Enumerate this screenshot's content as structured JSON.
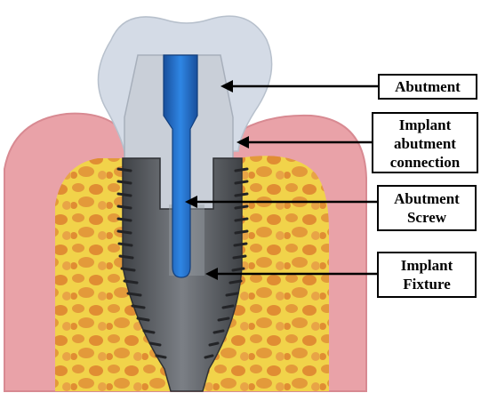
{
  "labels": {
    "abutment": "Abutment",
    "connection": [
      "Implant",
      "abutment",
      "connection"
    ],
    "screw": [
      "Abutment",
      "Screw"
    ],
    "fixture": [
      "Implant",
      "Fixture"
    ]
  },
  "colors": {
    "crown": "#d4dbe6",
    "abutment": "#c9cfd8",
    "screw": "#1f6fd0",
    "implant": "#5a5d62",
    "gum": "#e9a2a8",
    "bone": "#f1d34a",
    "bone_spots": "#e39a3a"
  }
}
